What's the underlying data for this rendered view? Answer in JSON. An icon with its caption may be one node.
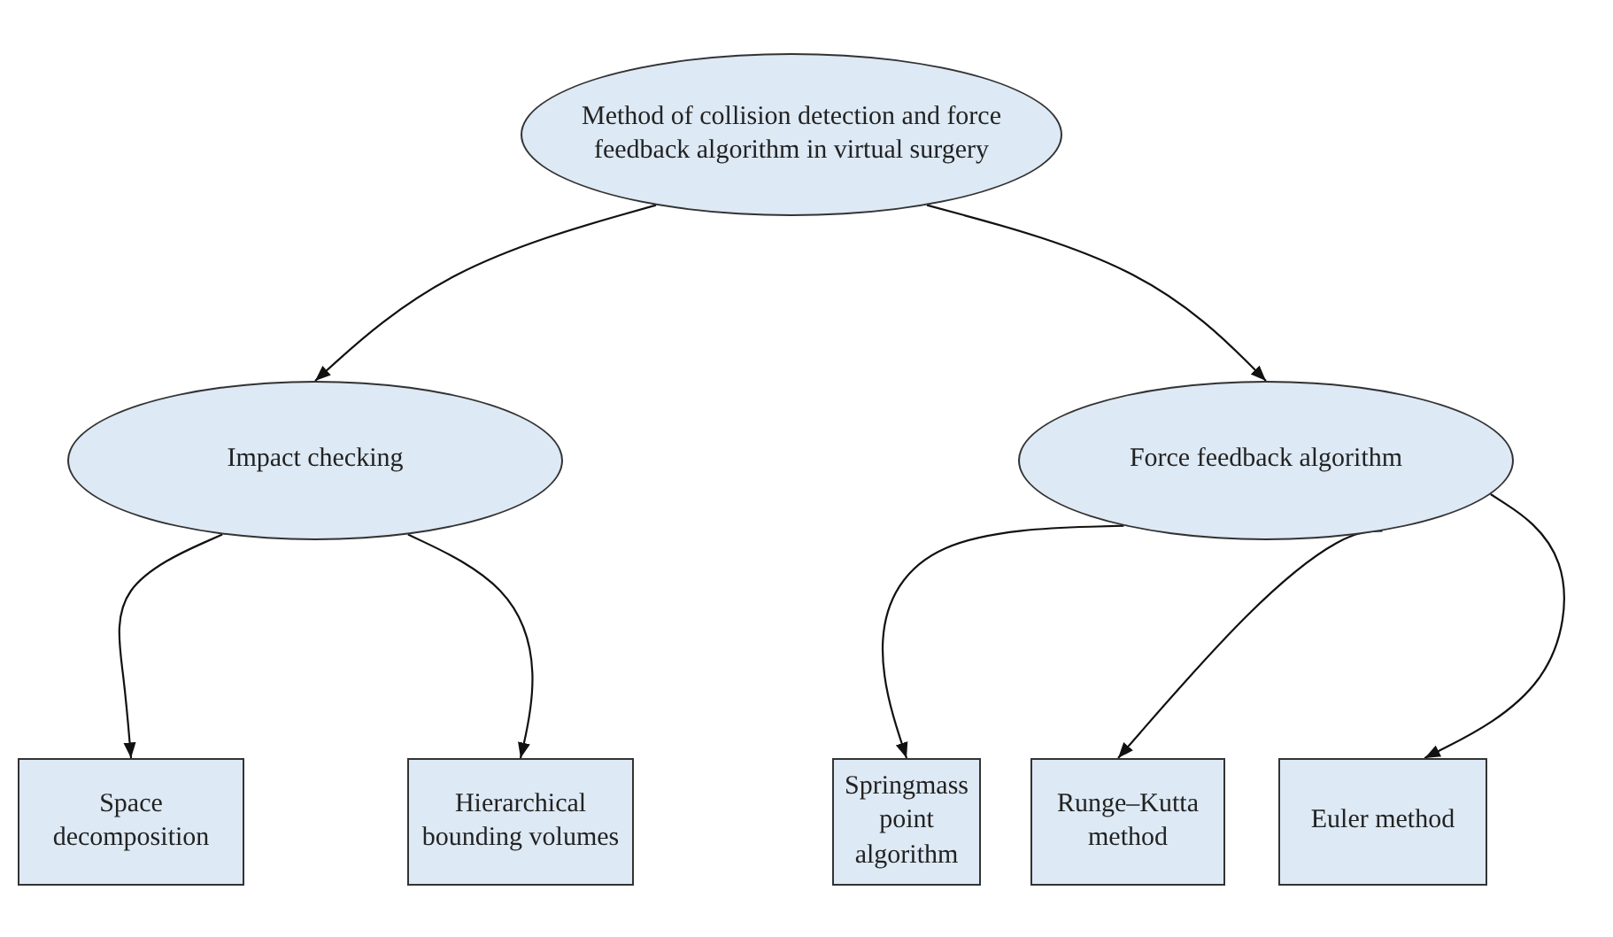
{
  "diagram": {
    "nodes": [
      {
        "text": [
          "Method of collision detection and force feedback algorithm in virtual surgery"
        ]
      },
      {
        "text": [
          "Impact checking"
        ]
      },
      {
        "text": [
          "Force feedback algorithm"
        ]
      },
      {
        "text": [
          "Space decomposition"
        ]
      },
      {
        "text": [
          "Hierarchical bounding volumes"
        ]
      },
      {
        "text": [
          "Springmass point algorithm"
        ]
      },
      {
        "text": [
          "Runge–Kutta method"
        ]
      },
      {
        "text": [
          "Euler method"
        ]
      }
    ],
    "edges": [
      {
        "from": 0,
        "to": 1,
        "arrow": "to"
      },
      {
        "from": 0,
        "to": 2,
        "arrow": "to"
      },
      {
        "from": 1,
        "to": 3,
        "arrow": "to"
      },
      {
        "from": 1,
        "to": 4,
        "arrow": "to"
      },
      {
        "from": 2,
        "to": 5,
        "arrow": "to"
      },
      {
        "from": 2,
        "to": 6,
        "arrow": "to"
      },
      {
        "from": 2,
        "to": 7,
        "arrow": "to"
      }
    ]
  }
}
